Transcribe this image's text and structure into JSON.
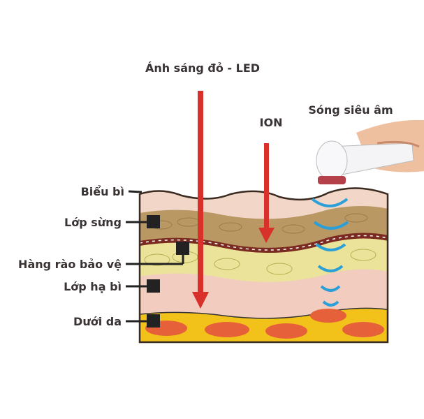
{
  "title_led": "Ánh sáng đỏ - LED",
  "title_ion": "ION",
  "title_ultrasound": "Sóng siêu âm",
  "layers": {
    "epidermis": "Biểu bì",
    "stratum_corneum": "Lớp sừng",
    "barrier": "Hàng rào bảo vệ",
    "dermis": "Lớp hạ bì",
    "subcutaneous": "Dưới da"
  },
  "colors": {
    "arrow": "#d8302a",
    "wave": "#2b9fd8",
    "text": "#3a3334"
  }
}
